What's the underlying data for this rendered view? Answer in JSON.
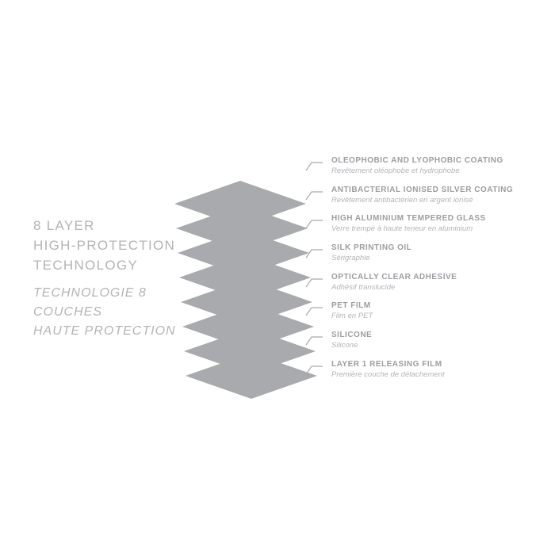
{
  "colors": {
    "background": "#ffffff",
    "layer_fill": "#a8aaad",
    "heading_text": "#b2b4b7",
    "label_title": "#9b9da0",
    "label_subtitle": "#b2b4b7",
    "connector": "#a8aaad"
  },
  "heading": {
    "title_lines": [
      "8 LAYER",
      "HIGH-PROTECTION",
      "TECHNOLOGY"
    ],
    "subtitle_lines": [
      "TECHNOLOGIE 8",
      "COUCHES",
      "HAUTE PROTECTION"
    ]
  },
  "layers": [
    {
      "title": "OLEOPHOBIC AND LYOPHOBIC COATING",
      "subtitle": "Revêtement oléophobe et hydrophobe"
    },
    {
      "title": "ANTIBACTERIAL IONISED SILVER COATING",
      "subtitle": "Revêtement antibactérien en argent ionisé"
    },
    {
      "title": "HIGH ALUMINIUM TEMPERED GLASS",
      "subtitle": "Verre trempé à haute teneur en aluminium"
    },
    {
      "title": "SILK PRINTING OIL",
      "subtitle": "Sérigraphie"
    },
    {
      "title": "OPTICALLY CLEAR ADHESIVE",
      "subtitle": "Adhésif translucide"
    },
    {
      "title": "PET FILM",
      "subtitle": "Film en PET"
    },
    {
      "title": "SILICONE",
      "subtitle": "Silicone"
    },
    {
      "title": "LAYER 1 RELEASING FILM",
      "subtitle": "Première couche de détachement"
    }
  ]
}
